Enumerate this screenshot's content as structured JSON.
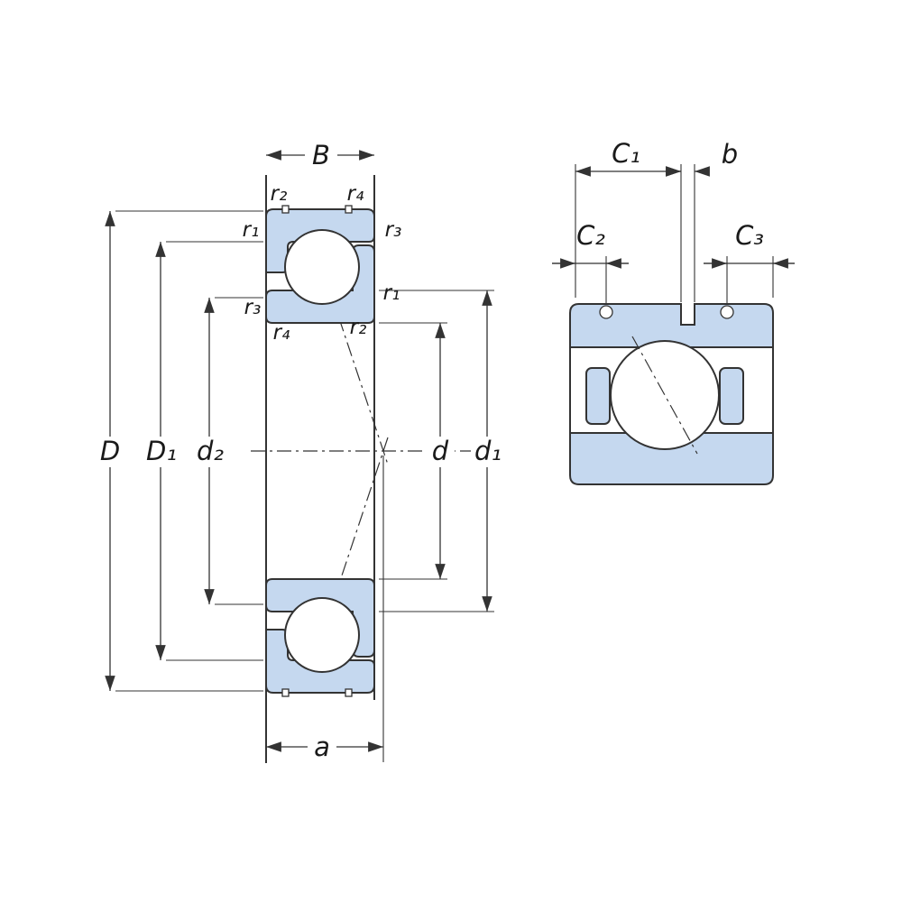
{
  "diagram": {
    "type": "bearing-cross-section-drawing",
    "colors": {
      "ring_fill": "#c5d8ef",
      "line": "#333333",
      "background": "#ffffff"
    },
    "left_view": {
      "dim_B": "B",
      "dim_a": "a",
      "dim_D": "D",
      "dim_D1": "D₁",
      "dim_d2": "d₂",
      "dim_d": "d",
      "dim_d1": "d₁",
      "r_top_left": "r₂",
      "r_top_right": "r₄",
      "r_upper_left": "r₁",
      "r_upper_right": "r₃",
      "r_lower_left": "r₃",
      "r_lower_right": "r₁",
      "r_bottom_left": "r₄",
      "r_bottom_right": "r₂"
    },
    "right_view": {
      "dim_C1": "C₁",
      "dim_b": "b",
      "dim_C2": "C₂",
      "dim_C3": "C₃"
    }
  }
}
